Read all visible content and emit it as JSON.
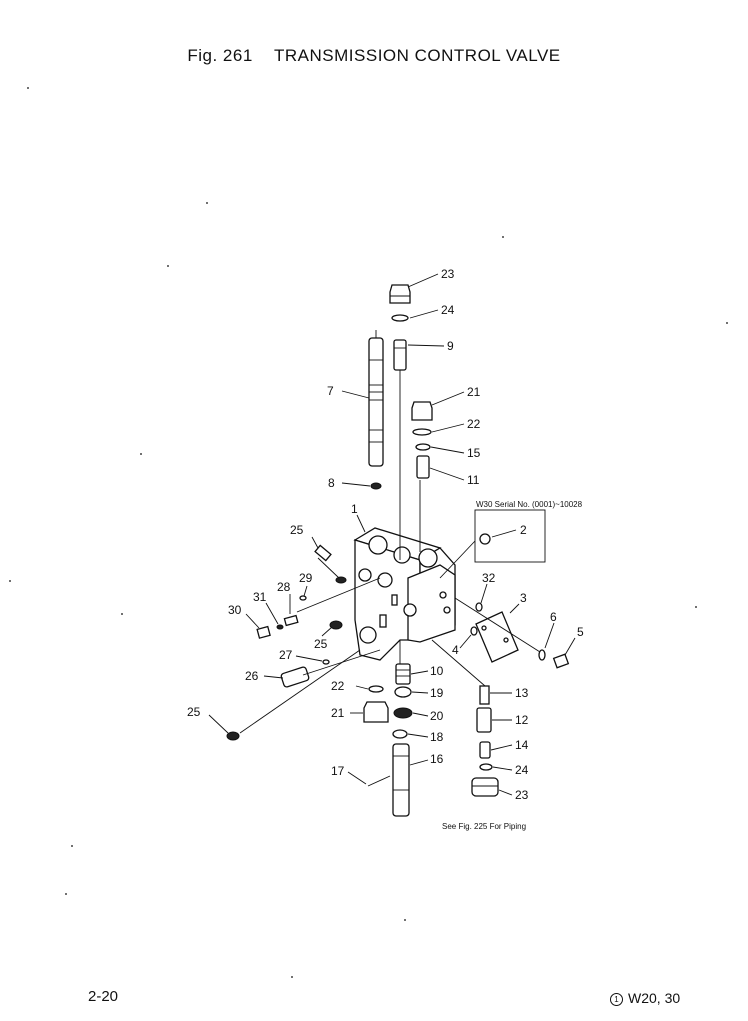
{
  "header": {
    "fig_label": "Fig. 261",
    "title": "TRANSMISSION CONTROL VALVE"
  },
  "annotations": {
    "serial_note": "W30 Serial No. (0001)~10028",
    "piping_note": "See Fig. 225 For Piping"
  },
  "callouts": {
    "c1": "1",
    "c2": "2",
    "c3": "3",
    "c4": "4",
    "c5": "5",
    "c6": "6",
    "c7": "7",
    "c8": "8",
    "c9": "9",
    "c10": "10",
    "c11": "11",
    "c12": "12",
    "c13": "13",
    "c14": "14",
    "c15": "15",
    "c16": "16",
    "c17": "17",
    "c18": "18",
    "c19": "19",
    "c20": "20",
    "c21a": "21",
    "c21b": "21",
    "c22a": "22",
    "c22b": "22",
    "c23a": "23",
    "c23b": "23",
    "c24a": "24",
    "c24b": "24",
    "c25a": "25",
    "c25b": "25",
    "c25c": "25",
    "c26": "26",
    "c27": "27",
    "c28": "28",
    "c29": "29",
    "c30": "30",
    "c31": "31",
    "c32": "32"
  },
  "footer": {
    "page_number": "2-20",
    "model_mark": "1",
    "models": "W20, 30"
  }
}
